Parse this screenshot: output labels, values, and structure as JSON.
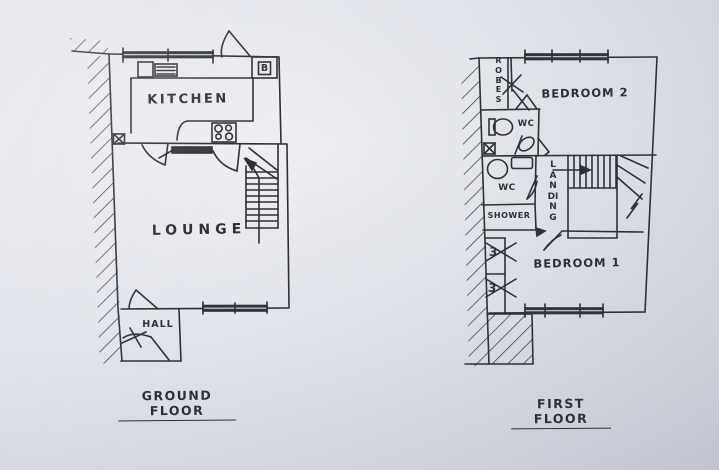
{
  "colors": {
    "ink": "#2e3035",
    "paper": "#dfe2ea"
  },
  "ground_floor": {
    "title": "GROUND FLOOR",
    "rooms": {
      "kitchen": "KITCHEN",
      "lounge": "LOUNGE",
      "hall": "HALL"
    },
    "boiler": "B"
  },
  "first_floor": {
    "title": "FIRST FLOOR",
    "rooms": {
      "bedroom2": "BEDROOM 2",
      "bedroom1": "BEDROOM 1",
      "wc_upper": "WC",
      "wc_lower": "WC",
      "shower": "SHOWER",
      "landing": "LANDING",
      "robes": "ROBES"
    },
    "wardrobe_marks": {
      "upper": "3",
      "lower": "3"
    }
  }
}
